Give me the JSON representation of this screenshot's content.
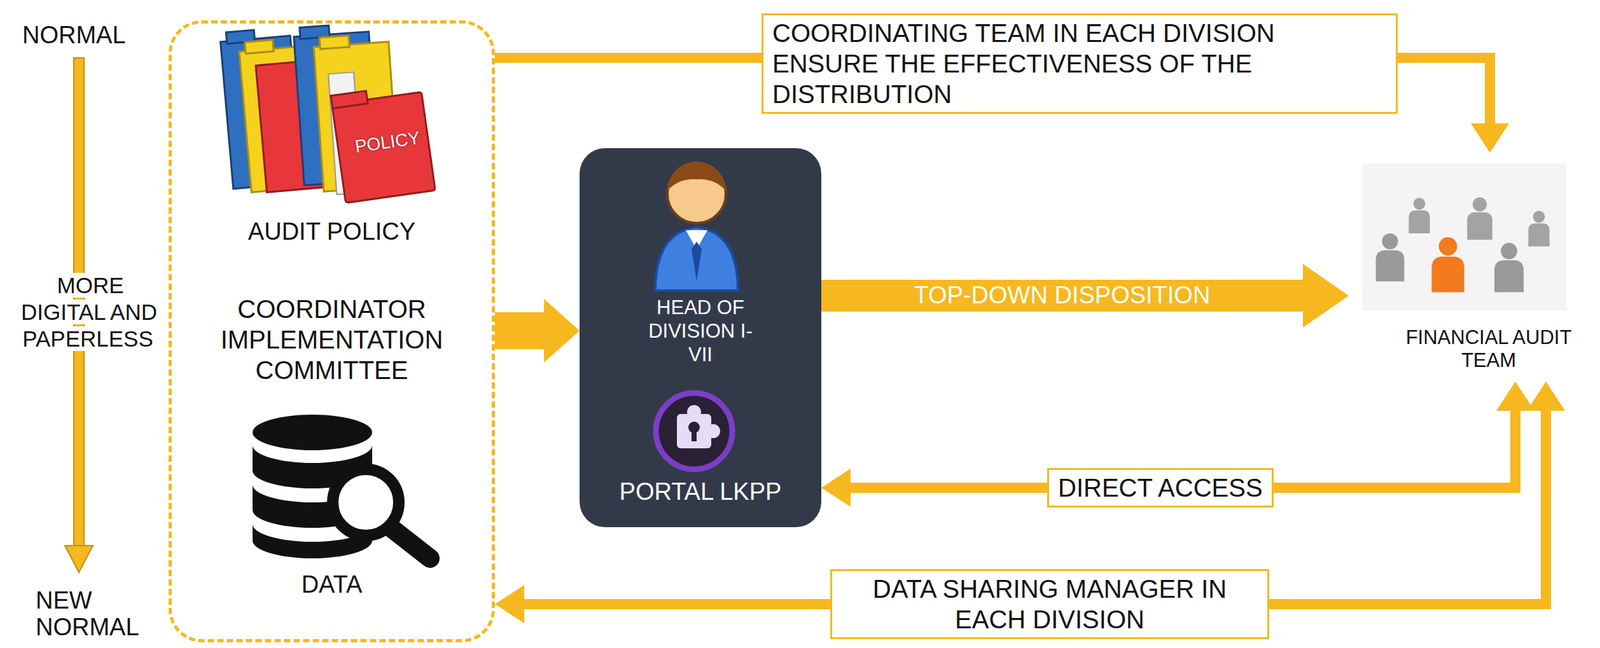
{
  "diagram": {
    "nodes": [
      {
        "text": [
          "AUDIT POLICY",
          "COORDINATOR IMPLEMENTATION COMMITTEE",
          "DATA"
        ]
      },
      {
        "text": [
          "HEAD OF DIVISION I- VII",
          "PORTAL LKPP"
        ]
      },
      {
        "text": [
          "FINANCIAL AUDIT TEAM"
        ]
      }
    ],
    "edges": [
      {
        "from": 0,
        "to": 2,
        "arrow": "to",
        "label": "COORDINATING TEAM IN EACH DIVISION ENSURE THE EFFECTIVENESS OF THE DISTRIBUTION"
      },
      {
        "from": 0,
        "to": 1,
        "arrow": "to"
      },
      {
        "from": 1,
        "to": 2,
        "arrow": "to",
        "label": "TOP-DOWN DISPOSITION"
      },
      {
        "from": 2,
        "to": 1,
        "arrow": "both",
        "label": "DIRECT ACCESS"
      },
      {
        "from": 2,
        "to": 0,
        "arrow": "both",
        "label": "DATA SHARING MANAGER IN EACH DIVISION"
      }
    ],
    "labels": [
      "NORMAL",
      "MORE DIGITAL AND PAPERLESS",
      "NEW NORMAL",
      "POLICY"
    ]
  }
}
